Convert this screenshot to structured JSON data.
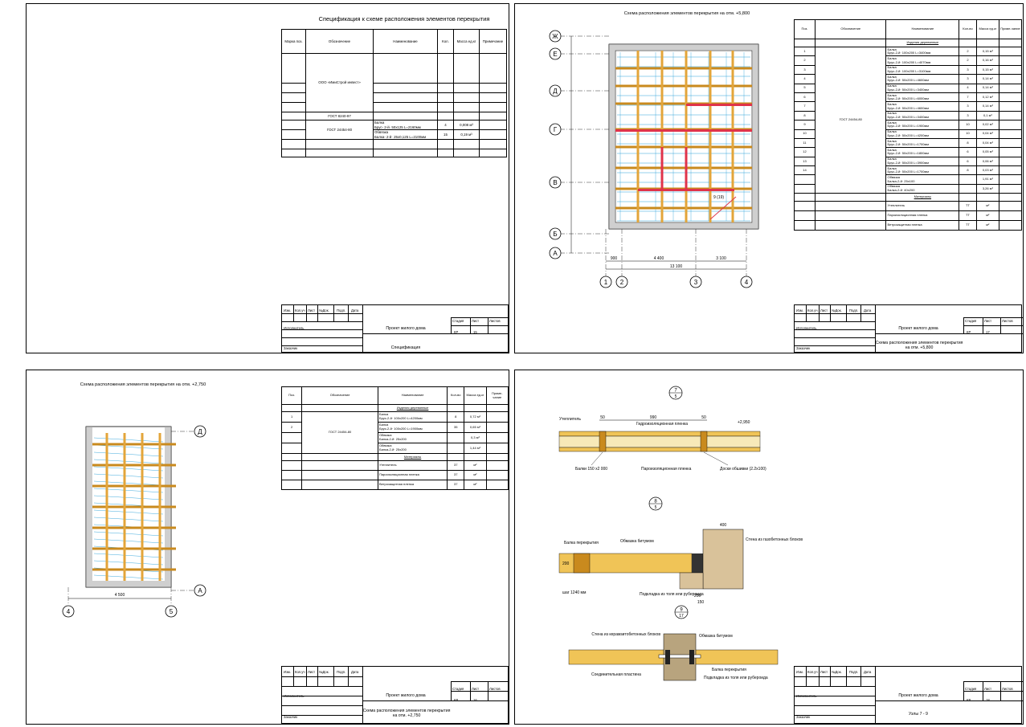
{
  "sheet1": {
    "title": "Спецификация к схеме расположения элементов перекрытия",
    "headers": [
      "Марка поз.",
      "Обозначение",
      "Наименование",
      "Кол.",
      "Масса ед.кг",
      "Примечание"
    ],
    "row_org": "ООО «ИмиСтрой инвест»",
    "row_gost1": "ГОСТ 8240-97",
    "row_gost2": "ГОСТ 24454-80",
    "items": [
      {
        "name": "Балка\nБрус- 2-й· 50х125 L=2160мм",
        "qty": "4",
        "mass": "0,008 м³"
      },
      {
        "name": "Обвязка\nБалка- 2-й· 25х0,125 L=2100мм",
        "qty": "15",
        "mass": "0,19 м³"
      }
    ],
    "stamp": {
      "project": "Проект жилого дома",
      "subtitle": "Спецификация",
      "stage": "КР",
      "sheet": "15"
    }
  },
  "sheet2": {
    "title": "Схема расположения элементов перекрытия на отм. +5,800",
    "headers": [
      "Поз.",
      "Обозначение",
      "Наименование",
      "Кол-во",
      "Масса ед.кг",
      "Приме-чание"
    ],
    "section": "Изделия деревянные",
    "gost": "ГОСТ 24454-80",
    "rows": [
      {
        "pos": "1",
        "name": "Балка\nБрус-2-й· 100х200 L=3400мм",
        "qty": "2",
        "mass": "0,15 м³"
      },
      {
        "pos": "2",
        "name": "Балка\nБрус-2-й· 100х200 L=4070мм",
        "qty": "2",
        "mass": "0,16 м³"
      },
      {
        "pos": "3",
        "name": "Балка\nБрус-2-й· 100х200 L=3100мм",
        "qty": "3",
        "mass": "0,15 м³"
      },
      {
        "pos": "4",
        "name": "Балка\nБрус-2-й· 50х200 L=4600мм",
        "qty": "3",
        "mass": "0,14 м³"
      },
      {
        "pos": "5",
        "name": "Балка\nБрус-2-й· 50х200 L=3400мм",
        "qty": "4",
        "mass": "0,14 м³"
      },
      {
        "pos": "6",
        "name": "Балка\nБрус-2-й· 50х200 L=6000мм",
        "qty": "7",
        "mass": "0,12 м³"
      },
      {
        "pos": "7",
        "name": "Балка\nБрус-2-й· 50х200 L=4600мм",
        "qty": "3",
        "mass": "0,14 м³"
      },
      {
        "pos": "8",
        "name": "Балка\nБрус-2-й· 50х200 L=3400мм",
        "qty": "3",
        "mass": "0,1 м³"
      },
      {
        "pos": "9",
        "name": "Балка\nБрус-2-й· 50х200 L=1900мм",
        "qty": "10",
        "mass": "0,02 м³"
      },
      {
        "pos": "10",
        "name": "Балка\nБрус-2-й· 50х200 L=4200мм",
        "qty": "10",
        "mass": "0,04 м³"
      },
      {
        "pos": "11",
        "name": "Балка\nБрус-2-й· 50х200 L=1700мм",
        "qty": "8",
        "mass": "0,04 м³"
      },
      {
        "pos": "12",
        "name": "Балка\nБрус-2-й· 50х200 L=1800мм",
        "qty": "6",
        "mass": "0,05 м³"
      },
      {
        "pos": "13",
        "name": "Балка\nБрус-2-й· 50х200 L=3900мм",
        "qty": "6",
        "mass": "0,06 м³"
      },
      {
        "pos": "14",
        "name": "Балка\nБрус-2-й· 50х200 L=1700мм",
        "qty": "8",
        "mass": "0,03 м³"
      },
      {
        "pos": "",
        "name": "Обвязка\nБалка-2-й· 25х100",
        "qty": "",
        "mass": "1,91 м³"
      },
      {
        "pos": "",
        "name": "Обвязка\nБалка-2-й· 40х200",
        "qty": "",
        "mass": "3,26 м³"
      }
    ],
    "materials_title": "Материалы",
    "materials": [
      {
        "name": "Утеплитель",
        "qty": "ТТ",
        "unit": "м²"
      },
      {
        "name": "Пароизоляционная пленка",
        "qty": "ТТ",
        "unit": "м²"
      },
      {
        "name": "Ветрозащитная пленка",
        "qty": "ТТ",
        "unit": "м²"
      }
    ],
    "axes_rows": [
      "Ж",
      "Е",
      "Д",
      "Г",
      "В",
      "Б",
      "А"
    ],
    "axes_cols": [
      "1",
      "2",
      "3",
      "4"
    ],
    "dims_bottom": [
      "900",
      "4 400",
      "3 100",
      "13 100"
    ],
    "label_beam": "9 (19)",
    "stamp": {
      "project": "Проект жилого дома",
      "subtitle": "Схема расположения элементов перекрытия на отм. +5,800",
      "stage": "КР",
      "sheet": "17"
    }
  },
  "sheet3": {
    "title": "Схема расположения элементов перекрытия на отм. +2,750",
    "headers": [
      "Поз.",
      "Обозначение",
      "Наименование",
      "Кол-во",
      "Масса ед.кг",
      "Приме-чание"
    ],
    "section": "Изделия деревянные",
    "gost": "ГОСТ 24454-80",
    "rows": [
      {
        "pos": "1",
        "name": "Балка\nБрус-2-й· 100х200 L=4200мм",
        "qty": "8",
        "mass": "0,72 м³"
      },
      {
        "pos": "2",
        "name": "Балка\nБрус-2-й· 100х200 L=1900мм",
        "qty": "35",
        "mass": "0,65 м³"
      },
      {
        "pos": "",
        "name": "Обвязка\nБалка-2-й· 25х200",
        "qty": "",
        "mass": "0,3 м³"
      },
      {
        "pos": "",
        "name": "Обвязка\nБалка-2-й· 25х200",
        "qty": "",
        "mass": "1,44 м³"
      }
    ],
    "materials_title": "Материалы",
    "materials": [
      {
        "name": "Утеплитель",
        "qty": "37",
        "unit": "м²"
      },
      {
        "name": "Пароизоляционная пленка",
        "qty": "37",
        "unit": "м²"
      },
      {
        "name": "Ветрозащитная пленка",
        "qty": "37",
        "unit": "м²"
      }
    ],
    "axes_rows": [
      "Д",
      "А"
    ],
    "axes_cols": [
      "4",
      "5"
    ],
    "dim_bottom": "4 500",
    "stamp": {
      "project": "Проект жилого дома",
      "subtitle": "Схема расположения элементов перекрытия на отм. +2,750",
      "stage": "КР",
      "sheet": "16"
    }
  },
  "sheet4": {
    "node7": {
      "num": "7",
      "ref": "5"
    },
    "node8": {
      "num": "8",
      "ref": "5"
    },
    "node9": {
      "num": "9",
      "ref": "17"
    },
    "n7_labels": {
      "insul": "Утеплитель",
      "hydro": "Гидроизоляционная пленка",
      "vapor": "Пароизоляционная пленка",
      "beam": "Балки 150 х2 000",
      "boards": "Доски обшивки (2.2х100)",
      "dim1": "50",
      "dim2": "990",
      "dim3": "50",
      "mark": "+2,950"
    },
    "n8_labels": {
      "beam": "Балка перекрытия",
      "wrap": "Обмазка битумом",
      "wall": "Стена из газобетонных блоков",
      "pad": "Подкладка из толя или рубероида",
      "step": "шаг 1240 мм",
      "dim_top": "400",
      "dim_200": "200",
      "dim_150": "150",
      "dim_h": "200"
    },
    "n9_labels": {
      "wall": "Стена из керамзитобетонных блоков",
      "wrap": "Обмазка битумом",
      "plate": "Соединительная пластина",
      "beam": "Балка перекрытия",
      "pad": "Подкладка из толя или рубероида"
    },
    "stamp": {
      "project": "Проект жилого дома",
      "subtitle": "Узлы 7 - 9",
      "stage": "КР",
      "sheet": "18"
    }
  },
  "stamp_common": {
    "cols": [
      "Изм.",
      "Кол.уч",
      "Лист",
      "№Док.",
      "Подп.",
      "Дата"
    ],
    "executor": "Исполнитель",
    "checker": "Заказчик",
    "stage_h": "Стадия",
    "sheet_h": "Лист",
    "sheets_h": "Листов"
  },
  "colors": {
    "beam": "#c98a1e",
    "beam_alt": "#e3a53a",
    "blue": "#2aa0d8",
    "red": "#e0334a",
    "wall": "#a8a8a8",
    "wood": "#f0c457"
  }
}
